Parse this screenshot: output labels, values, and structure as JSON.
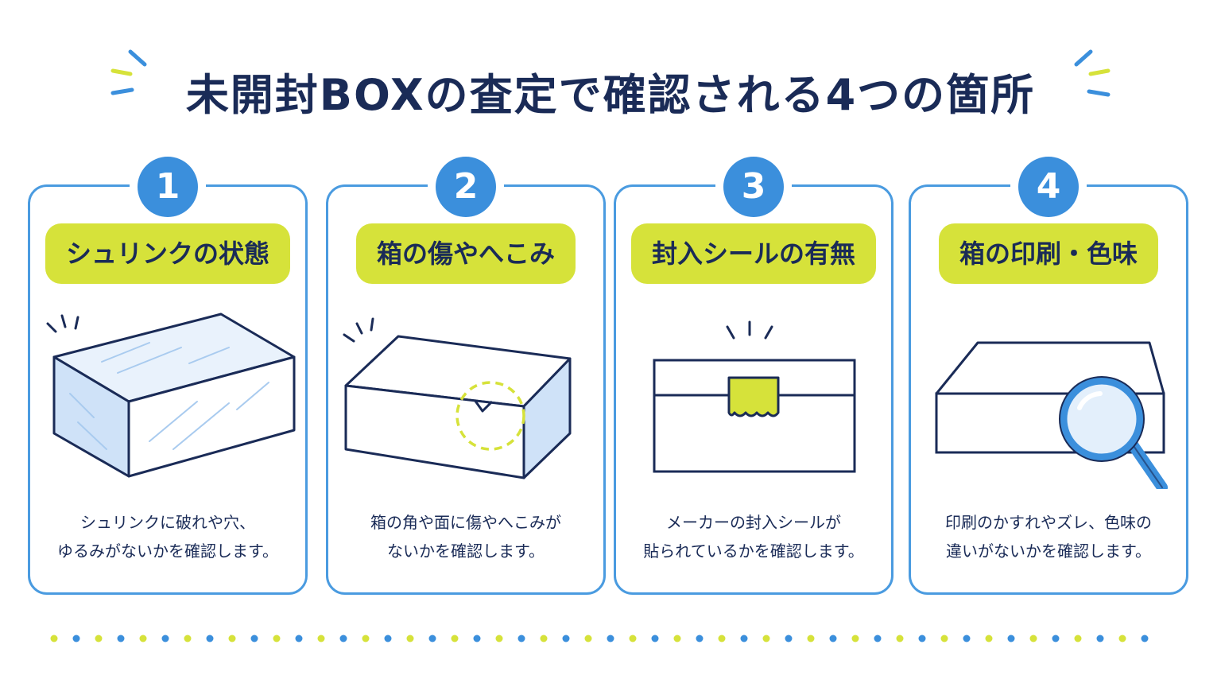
{
  "title": "未開封BOXの査定で確認される4つの箇所",
  "colors": {
    "navy": "#1a2b57",
    "blue": "#3b8fdc",
    "light_blue": "#cfe2f8",
    "yellow_green": "#d6e23a"
  },
  "cards": [
    {
      "number": "1",
      "label": "シュリンクの状態",
      "description": "シュリンクに破れや穴、\nゆるみがないかを確認します。",
      "icon": "shrink-wrapped-box-icon"
    },
    {
      "number": "2",
      "label": "箱の傷やへこみ",
      "description": "箱の角や面に傷やへこみが\nないかを確認します。",
      "icon": "dented-box-icon"
    },
    {
      "number": "3",
      "label": "封入シールの有無",
      "description": "メーカーの封入シールが\n貼られているかを確認します。",
      "icon": "sealed-box-icon"
    },
    {
      "number": "4",
      "label": "箱の印刷・色味",
      "description": "印刷のかすれやズレ、色味の\n違いがないかを確認します。",
      "icon": "magnifier-box-icon"
    }
  ]
}
